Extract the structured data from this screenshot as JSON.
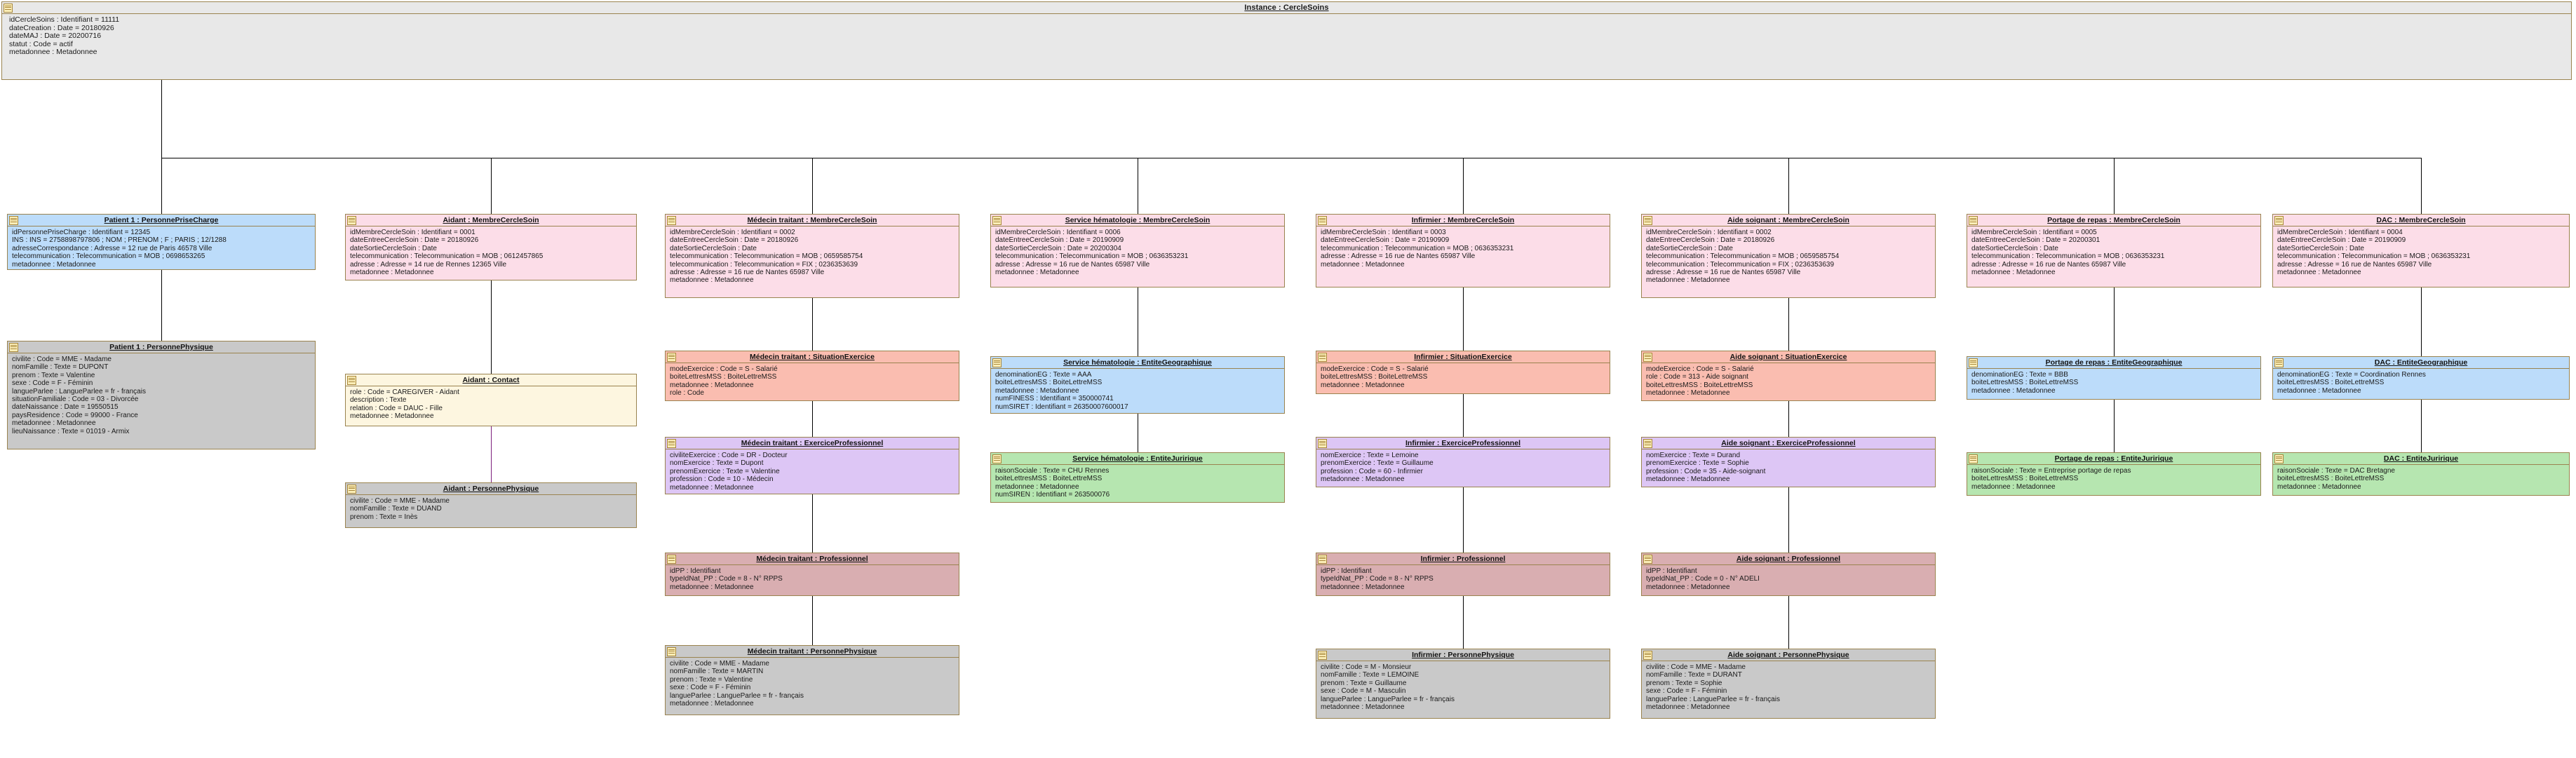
{
  "diagram": {
    "title": "Instance : CercleSoins",
    "root": {
      "attributes": [
        "idCercleSoins : Identifiant = 11111",
        "dateCreation : Date = 20180926",
        "dateMAJ : Date = 20200716",
        "statut : Code = actif",
        "metadonnee : Metadonnee"
      ]
    }
  },
  "colors": {
    "frame_border": "#9a834f",
    "frame_fill": "#e8e8e8",
    "node_border": "#9a834f",
    "blue": "#bcdcfa",
    "pink": "#fcdde8",
    "cream": "#fdf6e0",
    "gray": "#c9c9c9",
    "salmon": "#fabdb0",
    "purple": "#ddc6f5",
    "rose": "#d9aeb1",
    "green": "#b6e6b0",
    "link": "#000000",
    "link_purple": "#7b1f7b"
  },
  "nodes": [
    {
      "id": "patient-membre",
      "title": "Patient 1 : PersonnePriseCharge",
      "color": "blue",
      "attributes": [
        "idPersonnePriseCharge : Identifiant = 12345",
        "INS : INS = 2758898797806 ; NOM ; PRENOM ; F ; PARIS ; 12/1288",
        "adresseCorrespondance : Adresse = 12 rue de Paris 46578 Ville",
        "telecommunication : Telecommunication = MOB ; 0698653265",
        "metadonnee : Metadonnee"
      ]
    },
    {
      "id": "patient-personnephysique",
      "title": "Patient 1 : PersonnePhysique",
      "color": "gray",
      "attributes": [
        "civilite : Code = MME - Madame",
        "nomFamille : Texte = DUPONT",
        "prenom : Texte = Valentine",
        "sexe : Code = F - Féminin",
        "langueParlee : LangueParlee = fr - français",
        "situationFamiliale : Code = 03 - Divorcée",
        "dateNaissance : Date = 19550515",
        "paysResidence : Code = 99000 - France",
        "metadonnee : Metadonnee",
        "lieuNaissance : Texte = 01019 - Armix"
      ]
    },
    {
      "id": "aidant-membre",
      "title": "Aidant : MembreCercleSoin",
      "color": "pink",
      "attributes": [
        "idMembreCercleSoin : Identifiant = 0001",
        "dateEntreeCercleSoin : Date = 20180926",
        "dateSortieCercleSoin : Date",
        "telecommunication : Telecommunication = MOB ; 0612457865",
        "adresse : Adresse = 14 rue de Rennes 12365 Ville",
        "metadonnee : Metadonnee"
      ]
    },
    {
      "id": "aidant-contact",
      "title": "Aidant : Contact",
      "color": "cream",
      "attributes": [
        "role : Code = CAREGIVER - Aidant",
        "description : Texte",
        "relation : Code = DAUC - Fille",
        "metadonnee : Metadonnee"
      ]
    },
    {
      "id": "aidant-personnephysique",
      "title": "Aidant : PersonnePhysique",
      "color": "gray",
      "attributes": [
        "civilite : Code = MME - Madame",
        "nomFamille : Texte = DUAND",
        "prenom : Texte = Inès"
      ]
    },
    {
      "id": "medecin-membre",
      "title": "Médecin traitant : MembreCercleSoin",
      "color": "pink",
      "attributes": [
        "idMembreCercleSoin : Identifiant = 0002",
        "dateEntreeCercleSoin : Date = 20180926",
        "dateSortieCercleSoin : Date",
        "telecommunication : Telecommunication = MOB ; 0659585754",
        "telecommunication : Telecommunication = FIX ; 0236353639",
        "adresse : Adresse = 16 rue de Nantes 65987 Ville",
        "metadonnee : Metadonnee"
      ]
    },
    {
      "id": "medecin-situation",
      "title": "Médecin traitant : SituationExercice",
      "color": "salmon",
      "attributes": [
        "modeExercice : Code = S - Salarié",
        "boiteLettresMSS : BoiteLettreMSS",
        "metadonnee : Metadonnee",
        "role : Code"
      ]
    },
    {
      "id": "medecin-exercice",
      "title": "Médecin traitant : ExerciceProfessionnel",
      "color": "purple",
      "attributes": [
        "civiliteExercice : Code = DR - Docteur",
        "nomExercice : Texte = Dupont",
        "prenomExercice : Texte = Valentine",
        "profession : Code = 10 - Médecin",
        "metadonnee : Metadonnee"
      ]
    },
    {
      "id": "medecin-professionnel",
      "title": "Médecin traitant : Professionnel",
      "color": "rose",
      "attributes": [
        "idPP : Identifiant",
        "typeIdNat_PP : Code = 8 - N° RPPS",
        "metadonnee : Metadonnee"
      ]
    },
    {
      "id": "medecin-personnephysique",
      "title": "Médecin traitant : PersonnePhysique",
      "color": "gray",
      "attributes": [
        "civilite : Code = MME - Madame",
        "nomFamille : Texte = MARTIN",
        "prenom : Texte = Valentine",
        "sexe : Code = F - Féminin",
        "langueParlee : LangueParlee = fr - français",
        "metadonnee : Metadonnee"
      ]
    },
    {
      "id": "service-membre",
      "title": "Service hématologie : MembreCercleSoin",
      "color": "pink",
      "attributes": [
        "idMembreCercleSoin : Identifiant = 0006",
        "dateEntreeCercleSoin : Date = 20190909",
        "dateSortieCercleSoin : Date = 20200304",
        "telecommunication : Telecommunication = MOB ; 0636353231",
        "adresse : Adresse = 16 rue de Nantes 65987 Ville",
        "metadonnee : Metadonnee"
      ]
    },
    {
      "id": "service-eg",
      "title": "Service hématologie : EntiteGeographique",
      "color": "blue",
      "attributes": [
        "denominationEG : Texte = AAA",
        "boiteLettresMSS : BoiteLettreMSS",
        "metadonnee : Metadonnee",
        "numFINESS : Identifiant = 350000741",
        "numSIRET : Identifiant = 26350007600017"
      ]
    },
    {
      "id": "service-ej",
      "title": "Service hématologie : EntiteJuririque",
      "color": "green",
      "attributes": [
        "raisonSociale : Texte = CHU Rennes",
        "boiteLettresMSS : BoiteLettreMSS",
        "metadonnee : Metadonnee",
        "numSIREN : Identifiant = 263500076"
      ]
    },
    {
      "id": "infirmier-membre",
      "title": "Infirmier : MembreCercleSoin",
      "color": "pink",
      "attributes": [
        "idMembreCercleSoin : Identifiant = 0003",
        "dateEntreeCercleSoin : Date = 20190909",
        "telecommunication : Telecommunication = MOB ; 0636353231",
        "adresse : Adresse = 16 rue de Nantes 65987 Ville",
        "metadonnee : Metadonnee"
      ]
    },
    {
      "id": "infirmier-situation",
      "title": "Infirmier : SituationExercice",
      "color": "salmon",
      "attributes": [
        "modeExercice : Code = S - Salarié",
        "boiteLettresMSS : BoiteLettreMSS",
        "metadonnee : Metadonnee"
      ]
    },
    {
      "id": "infirmier-exercice",
      "title": "Infirmier : ExerciceProfessionnel",
      "color": "purple",
      "attributes": [
        "nomExercice : Texte = Lemoine",
        "prenomExercice : Texte = Guillaume",
        "profession : Code = 60 - Infirmier",
        "metadonnee : Metadonnee"
      ]
    },
    {
      "id": "infirmier-professionnel",
      "title": "Infirmier : Professionnel",
      "color": "rose",
      "attributes": [
        "idPP : Identifiant",
        "typeIdNat_PP : Code = 8 - N° RPPS",
        "metadonnee : Metadonnee"
      ]
    },
    {
      "id": "infirmier-personnephysique",
      "title": "Infirmier : PersonnePhysique",
      "color": "gray",
      "attributes": [
        "civilite : Code = M - Monsieur",
        "nomFamille : Texte = LEMOINE",
        "prenom : Texte = Guillaume",
        "sexe : Code = M - Masculin",
        "langueParlee : LangueParlee = fr - français",
        "metadonnee : Metadonnee"
      ]
    },
    {
      "id": "aide-membre",
      "title": "Aide soignant : MembreCercleSoin",
      "color": "pink",
      "attributes": [
        "idMembreCercleSoin : Identifiant = 0002",
        "dateEntreeCercleSoin : Date = 20180926",
        "dateSortieCercleSoin : Date",
        "telecommunication : Telecommunication = MOB ; 0659585754",
        "telecommunication : Telecommunication = FIX ; 0236353639",
        "adresse : Adresse = 16 rue de Nantes 65987 Ville",
        "metadonnee : Metadonnee"
      ]
    },
    {
      "id": "aide-situation",
      "title": "Aide soignant : SituationExercice",
      "color": "salmon",
      "attributes": [
        "modeExercice : Code = S - Salarié",
        "role : Code = 313 - Aide soignant",
        "boiteLettresMSS : BoiteLettreMSS",
        "metadonnee : Metadonnee"
      ]
    },
    {
      "id": "aide-exercice",
      "title": "Aide soignant : ExerciceProfessionnel",
      "color": "purple",
      "attributes": [
        "nomExercice : Texte = Durand",
        "prenomExercice : Texte = Sophie",
        "profession : Code = 35 - Aide-soignant",
        "metadonnee : Metadonnee"
      ]
    },
    {
      "id": "aide-professionnel",
      "title": "Aide soignant : Professionnel",
      "color": "rose",
      "attributes": [
        "idPP : Identifiant",
        "typeIdNat_PP : Code = 0 - N° ADELI",
        "metadonnee : Metadonnee"
      ]
    },
    {
      "id": "aide-personnephysique",
      "title": "Aide soignant : PersonnePhysique",
      "color": "gray",
      "attributes": [
        "civilite : Code = MME - Madame",
        "nomFamille : Texte = DURANT",
        "prenom : Texte = Sophie",
        "sexe : Code = F - Féminin",
        "langueParlee : LangueParlee = fr - français",
        "metadonnee : Metadonnee"
      ]
    },
    {
      "id": "portage-membre",
      "title": "Portage de repas : MembreCercleSoin",
      "color": "pink",
      "attributes": [
        "idMembreCercleSoin : Identifiant = 0005",
        "dateEntreeCercleSoin : Date = 20200301",
        "dateSortieCercleSoin : Date",
        "telecommunication : Telecommunication = MOB ; 0636353231",
        "adresse : Adresse = 16 rue de Nantes 65987 Ville",
        "metadonnee : Metadonnee"
      ]
    },
    {
      "id": "portage-eg",
      "title": "Portage de repas : EntiteGeographique",
      "color": "blue",
      "attributes": [
        "denominationEG : Texte = BBB",
        "boiteLettresMSS : BoiteLettreMSS",
        "metadonnee : Metadonnee"
      ]
    },
    {
      "id": "portage-ej",
      "title": "Portage de repas : EntiteJuririque",
      "color": "green",
      "attributes": [
        "raisonSociale : Texte = Entreprise portage de repas",
        "boiteLettresMSS : BoiteLettreMSS",
        "metadonnee : Metadonnee"
      ]
    },
    {
      "id": "dac-membre",
      "title": "DAC : MembreCercleSoin",
      "color": "pink",
      "attributes": [
        "idMembreCercleSoin : Identifiant = 0004",
        "dateEntreeCercleSoin : Date = 20190909",
        "dateSortieCercleSoin : Date",
        "telecommunication : Telecommunication = MOB ; 0636353231",
        "adresse : Adresse = 16 rue de Nantes 65987 Ville",
        "metadonnee : Metadonnee"
      ]
    },
    {
      "id": "dac-eg",
      "title": "DAC : EntiteGeographique",
      "color": "blue",
      "attributes": [
        "denominationEG : Texte = Coordination Rennes",
        "boiteLettresMSS : BoiteLettreMSS",
        "metadonnee : Metadonnee"
      ]
    },
    {
      "id": "dac-ej",
      "title": "DAC : EntiteJuririque",
      "color": "green",
      "attributes": [
        "raisonSociale : Texte = DAC Bretagne",
        "boiteLettresMSS : BoiteLettreMSS",
        "metadonnee : Metadonnee"
      ]
    }
  ]
}
